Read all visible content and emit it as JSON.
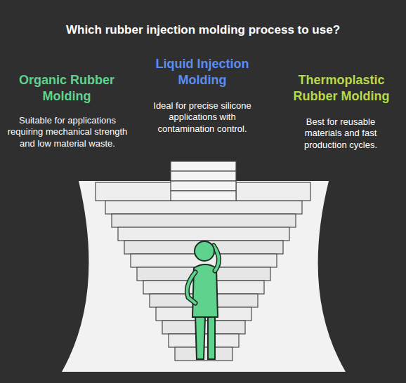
{
  "diagram": {
    "title": "Which rubber injection molding process to use?",
    "labels": [
      "Organic Rubber Molding",
      "Suitable for applications requiring mechanical strength and low material waste.",
      "Liquid Injection Molding",
      "Ideal for precise silicone applications with contamination control.",
      "Thermoplastic Rubber Molding",
      "Best for reusable materials and fast production cycles."
    ]
  }
}
